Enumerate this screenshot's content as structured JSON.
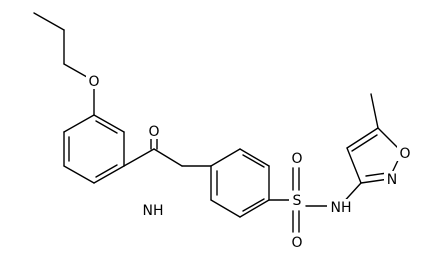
{
  "molecule": {
    "atom_labels": {
      "ether_oxygen": "O",
      "carbonyl_oxygen": "O",
      "amide_nitrogen": "NH",
      "sulfur": "S",
      "sulfonyl_oxygen_top": "O",
      "sulfonyl_oxygen_bottom": "O",
      "sulfonamide_nitrogen": "NH",
      "isoxazole_oxygen": "O",
      "isoxazole_nitrogen": "N"
    }
  }
}
